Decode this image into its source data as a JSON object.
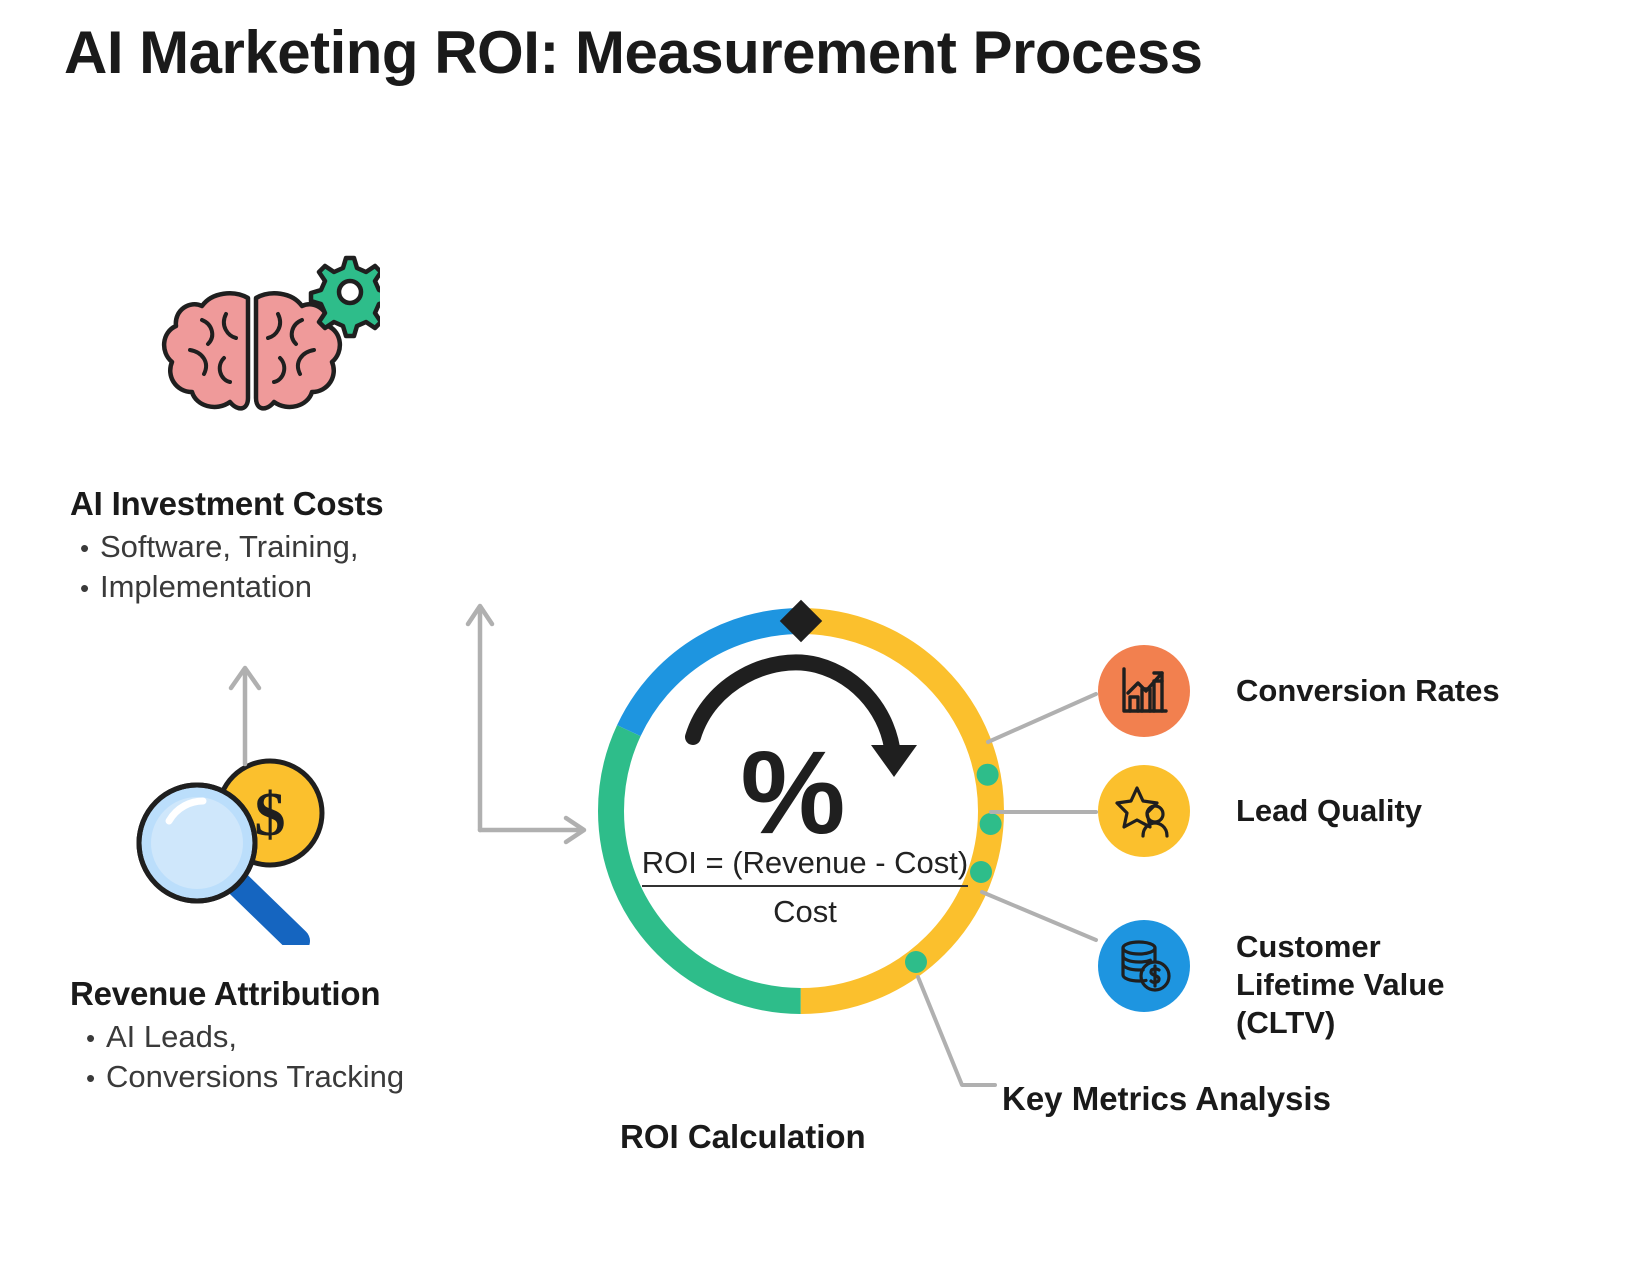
{
  "page": {
    "title": "AI Marketing ROI: Measurement Process",
    "background_color": "#ffffff"
  },
  "left_column": {
    "blocks": [
      {
        "icon": "brain-gear-icon",
        "heading": "AI Investment Costs",
        "bullets": [
          "Software, Training,",
          "Implementation"
        ]
      },
      {
        "icon": "magnifier-dollar-icon",
        "heading": "Revenue Attribution",
        "bullets": [
          "AI Leads,",
          "Conversions Tracking"
        ]
      }
    ]
  },
  "center": {
    "donut_label": "ROI Calculation",
    "percent_icon": "percent-arrow-icon",
    "formula": {
      "numerator": "ROI = (Revenue - Cost)",
      "denominator": "Cost"
    },
    "key_metrics_label": "Key Metrics Analysis"
  },
  "metrics": [
    {
      "label_lines": [
        "Conversion Rates"
      ],
      "icon": "bar-chart-icon",
      "color": "#f2804f"
    },
    {
      "label_lines": [
        "Lead Quality"
      ],
      "icon": "star-person-icon",
      "color": "#fbc02d"
    },
    {
      "label_lines": [
        "Customer",
        "Lifetime Value",
        "(CLTV)"
      ],
      "icon": "coins-dollar-icon",
      "color": "#1e95e0"
    }
  ],
  "colors": {
    "orange": "#f2804f",
    "yellow": "#fbc02d",
    "blue": "#1e95e0",
    "green": "#2ebd8a",
    "dark": "#1a1a1a",
    "connector_grey": "#b0b0b0",
    "brain_pink": "#ef9a9a",
    "gear_green": "#2ebd8a",
    "lens_blue": "#bbdefb"
  },
  "chart_data": {
    "type": "pie",
    "title": "ROI Calculation",
    "subtitle": "ROI = (Revenue - Cost) / Cost",
    "categories": [
      "Yellow segment",
      "Green segment",
      "Blue segment"
    ],
    "values": [
      50,
      30,
      20
    ],
    "colors": [
      "#fbc02d",
      "#2ebd8a",
      "#1e95e0"
    ],
    "legend": "none",
    "notes": "Donut ring: yellow spans from top (0deg) clockwise to ~180deg (bottom), green from ~180deg to ~295deg, blue from ~295deg back to top. A black diamond marker sits at the top start point. Four small green dots mark the metric connector anchors."
  }
}
